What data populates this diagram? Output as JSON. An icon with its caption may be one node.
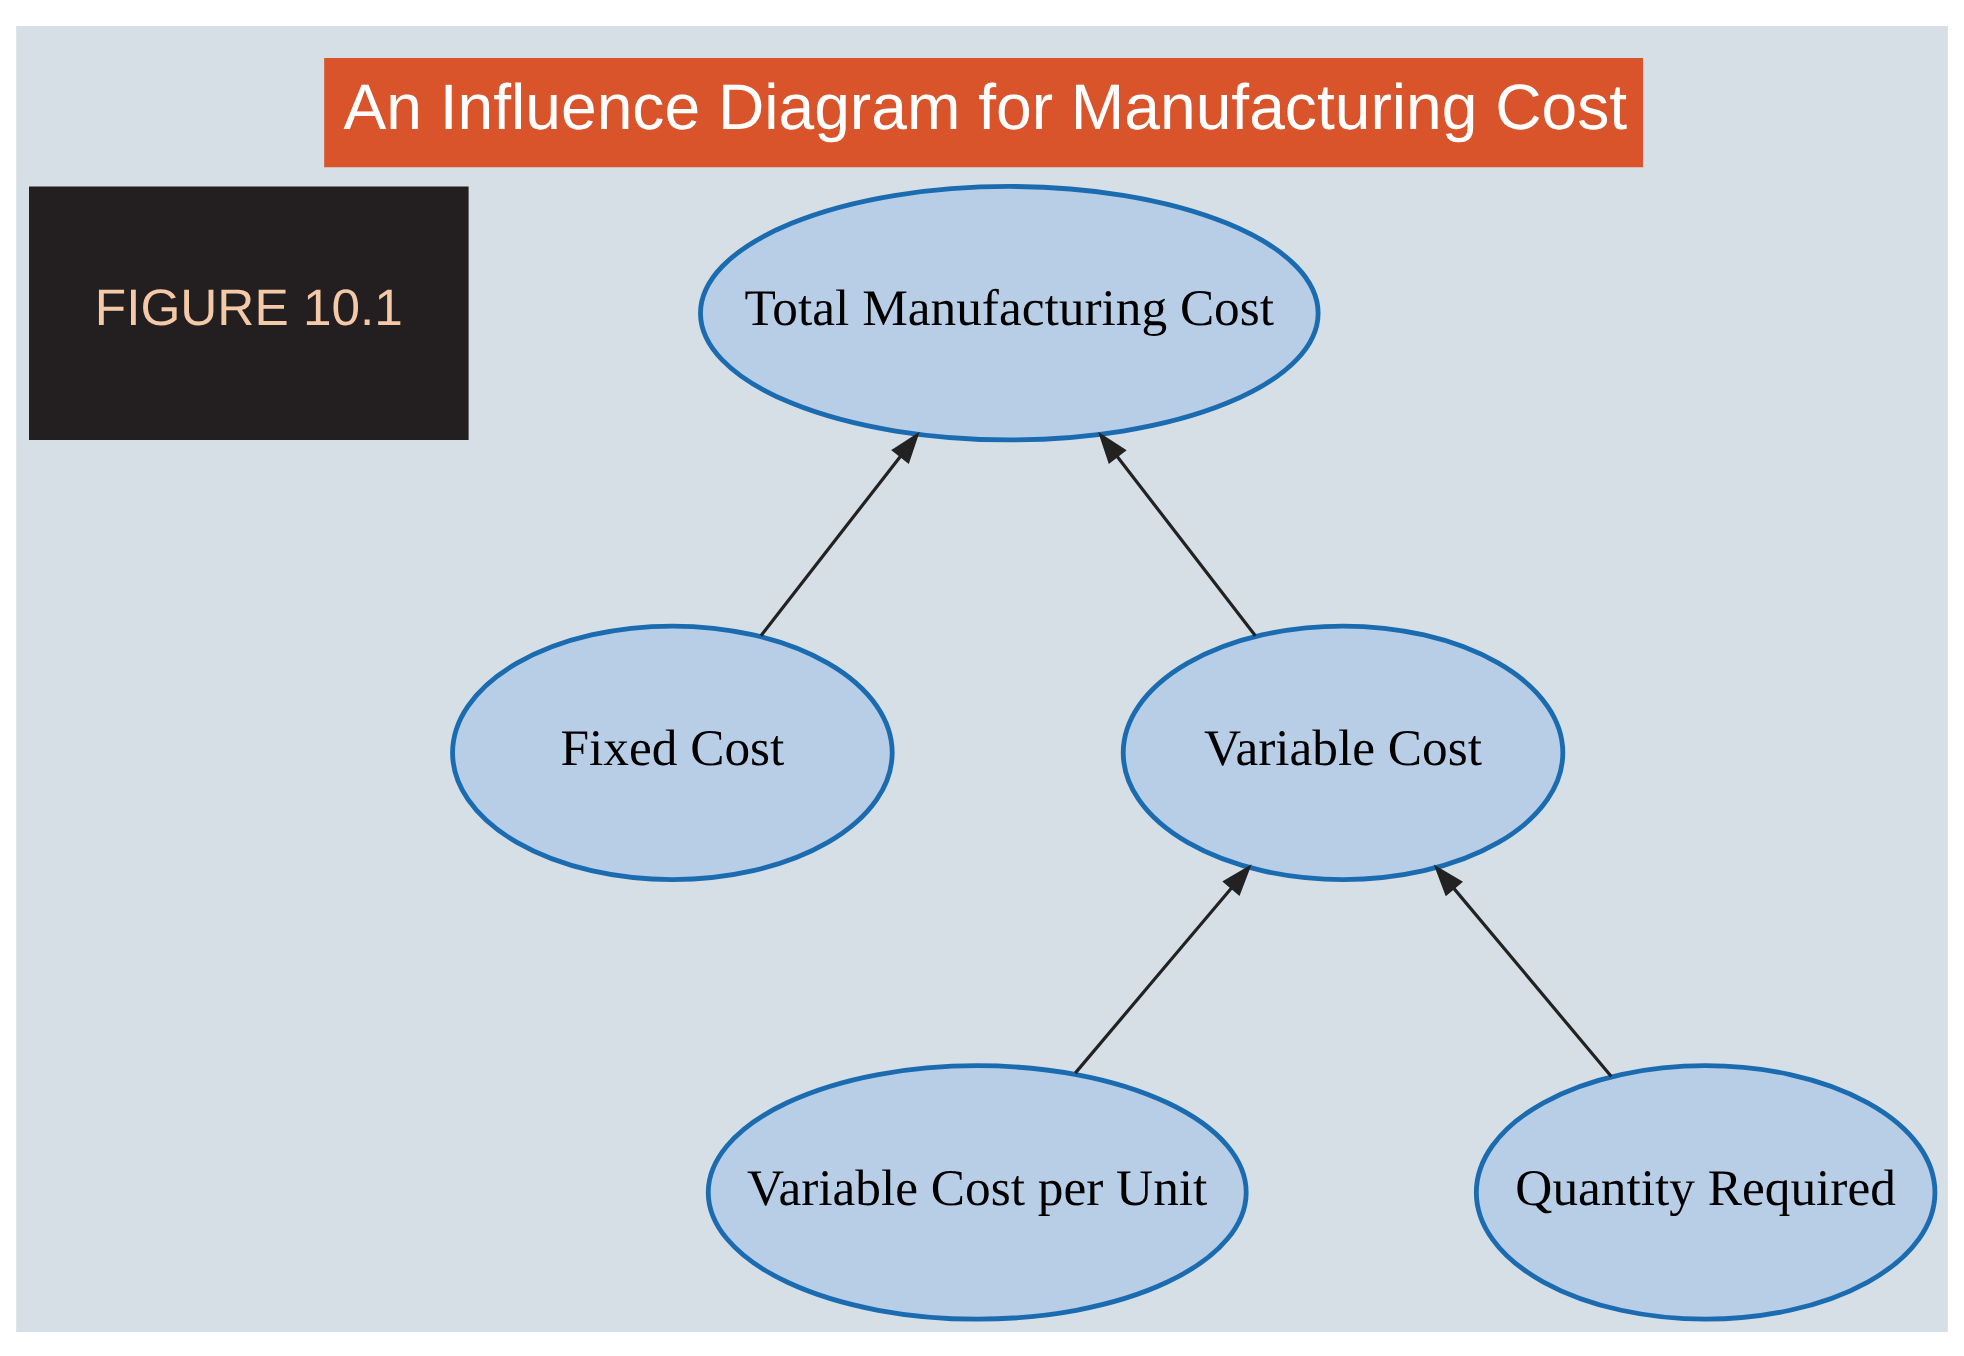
{
  "diagram": {
    "title": "An Influence Diagram for Manufacturing Cost",
    "nodes": [
      {
        "text": [
          "Total Manufacturing Cost"
        ]
      },
      {
        "text": [
          "Fixed Cost"
        ]
      },
      {
        "text": [
          "Variable Cost"
        ]
      },
      {
        "text": [
          "Variable Cost per Unit"
        ]
      },
      {
        "text": [
          "Quantity Required"
        ]
      }
    ],
    "edges": [
      {
        "from": 1,
        "to": 0,
        "arrow": "to"
      },
      {
        "from": 2,
        "to": 0,
        "arrow": "to"
      },
      {
        "from": 3,
        "to": 2,
        "arrow": "to"
      },
      {
        "from": 4,
        "to": 2,
        "arrow": "to"
      }
    ],
    "labels": [
      "FIGURE 10.1"
    ]
  }
}
